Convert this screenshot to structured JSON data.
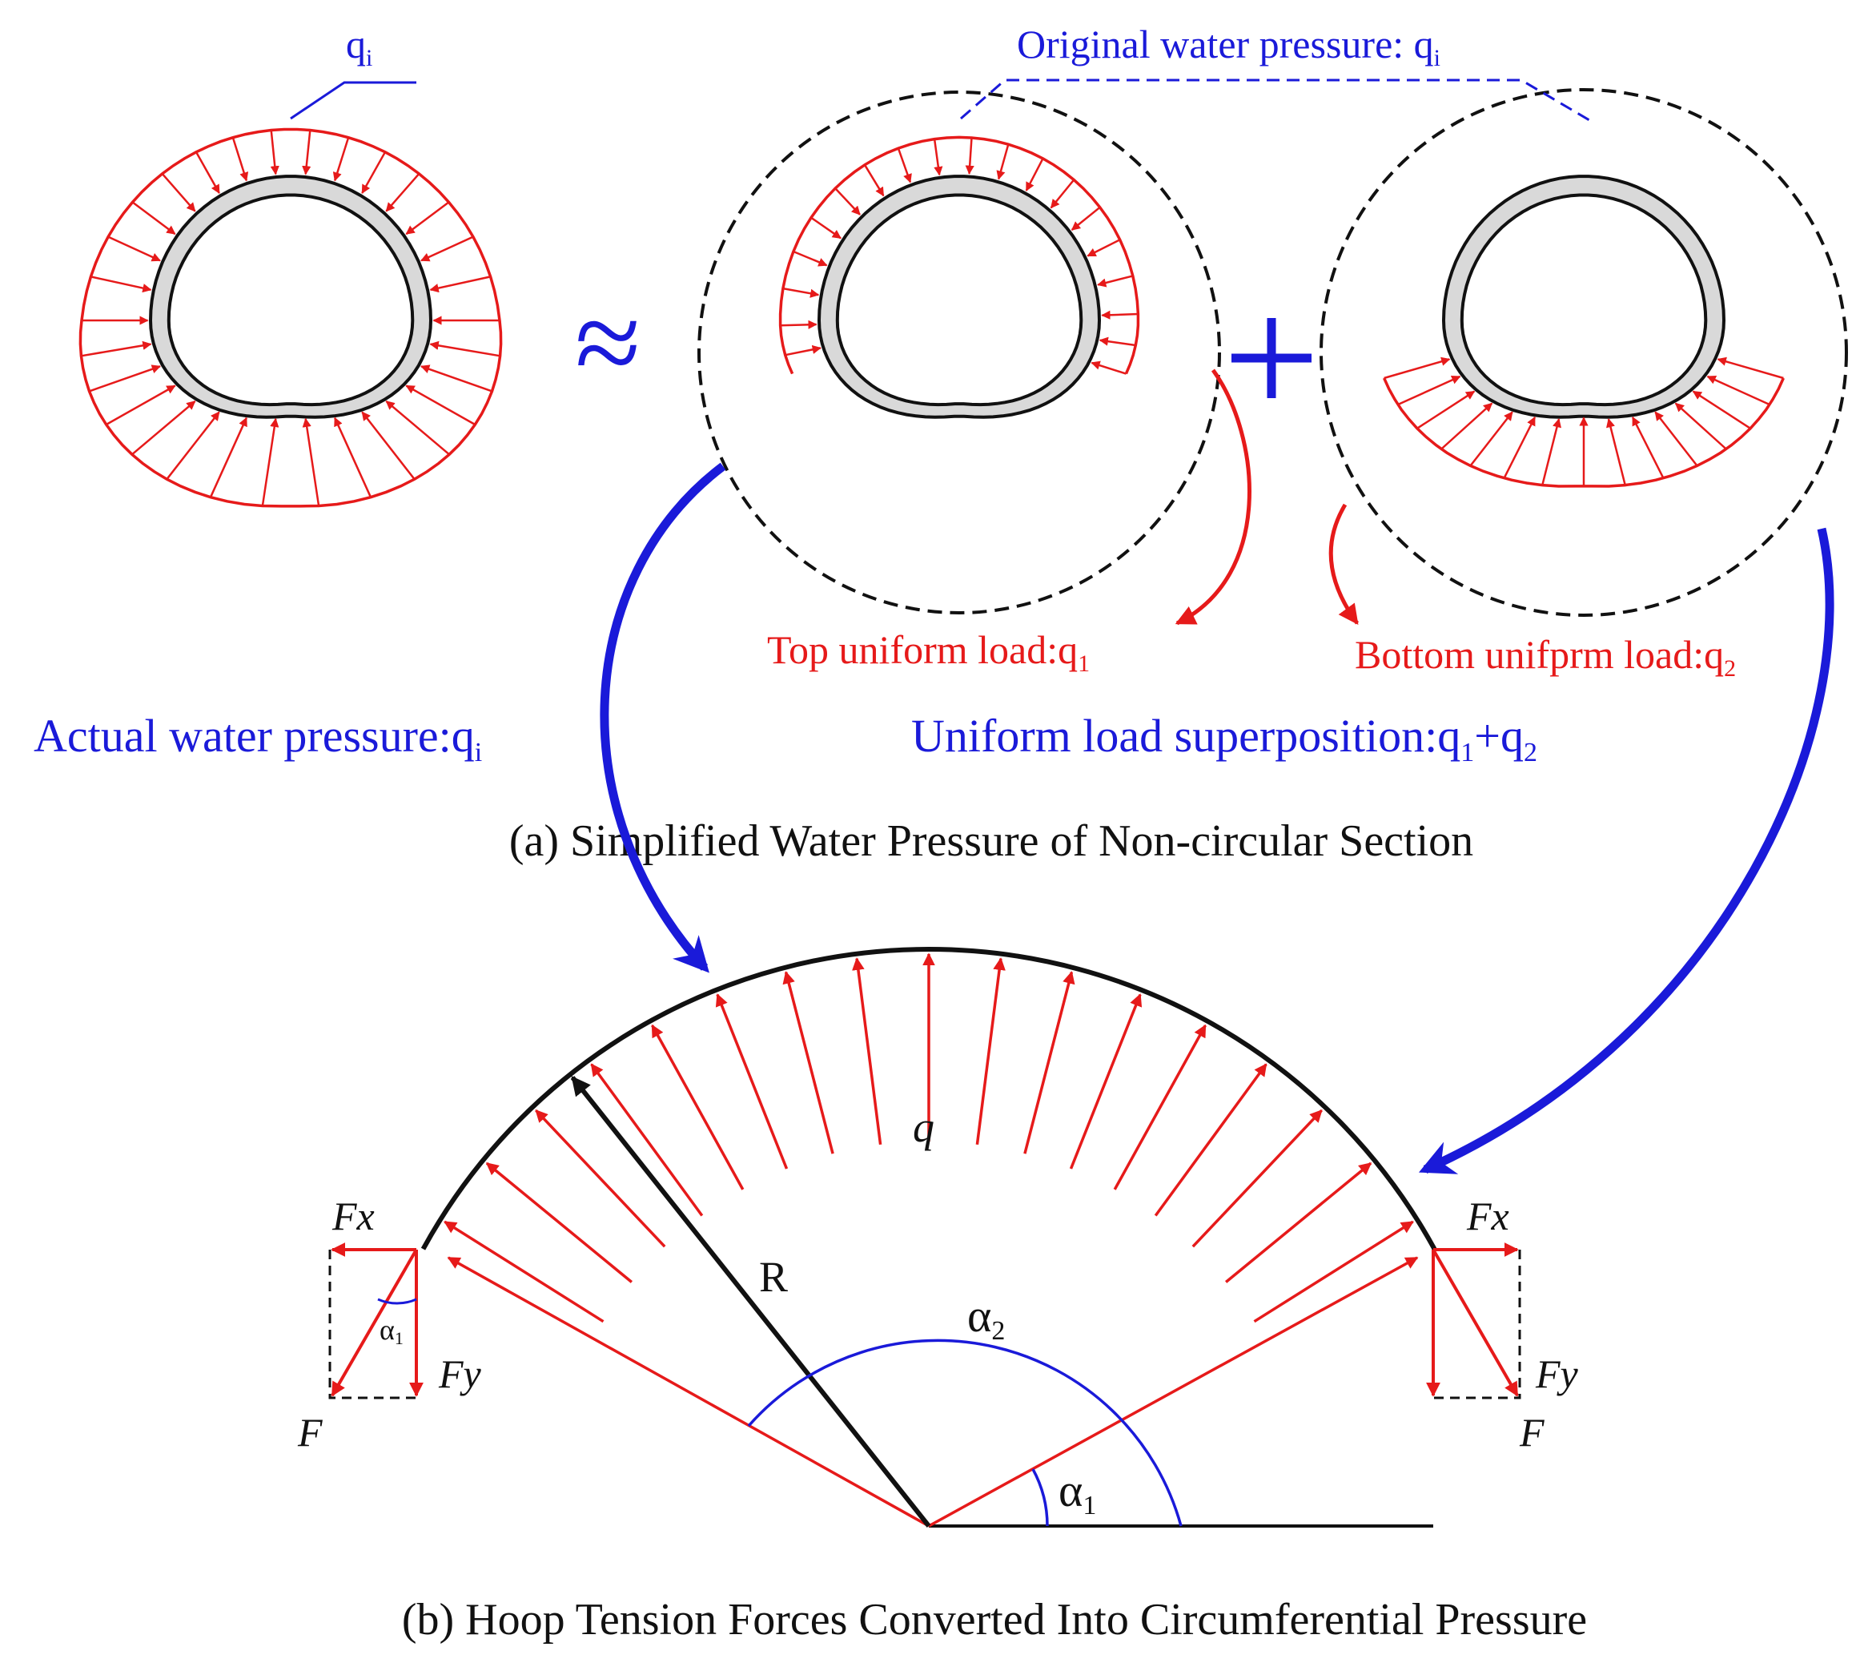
{
  "part_a": {
    "caption": "(a) Simplified Water Pressure of Non-circular Section",
    "left_label": {
      "main": "Actual water pressure:q",
      "sub": "i"
    },
    "qi_label": {
      "main": "q",
      "sub": "i"
    },
    "original_label": {
      "main": "Original water pressure: q",
      "sub": "i"
    },
    "approx_symbol": "≈",
    "plus_symbol": "+",
    "top_load": {
      "main": "Top uniform load:q",
      "sub": "1"
    },
    "bottom_load": {
      "main": "Bottom unifprm load:q",
      "sub": "2"
    },
    "superposition": {
      "main": "Uniform load superposition:q",
      "sub1": "1",
      "plus": "+q",
      "sub2": "2"
    }
  },
  "part_b": {
    "caption": "(b)  Hoop Tension Forces Converted Into Circumferential Pressure",
    "q_label": "q",
    "r_label": "R",
    "alpha2": {
      "main": "α",
      "sub": "2"
    },
    "alpha1": {
      "main": "α",
      "sub": "1"
    },
    "alpha1_small": {
      "main": "α",
      "sub": "1"
    },
    "left_forces": {
      "fx": "Fx",
      "fy": "Fy",
      "f": "F"
    },
    "right_forces": {
      "fx": "Fx",
      "fy": "Fy",
      "f": "F"
    }
  },
  "colors": {
    "load": "#e61a1a",
    "annotation": "#1a1ad9",
    "lining": "#d9d9d9",
    "outline": "#111111"
  }
}
